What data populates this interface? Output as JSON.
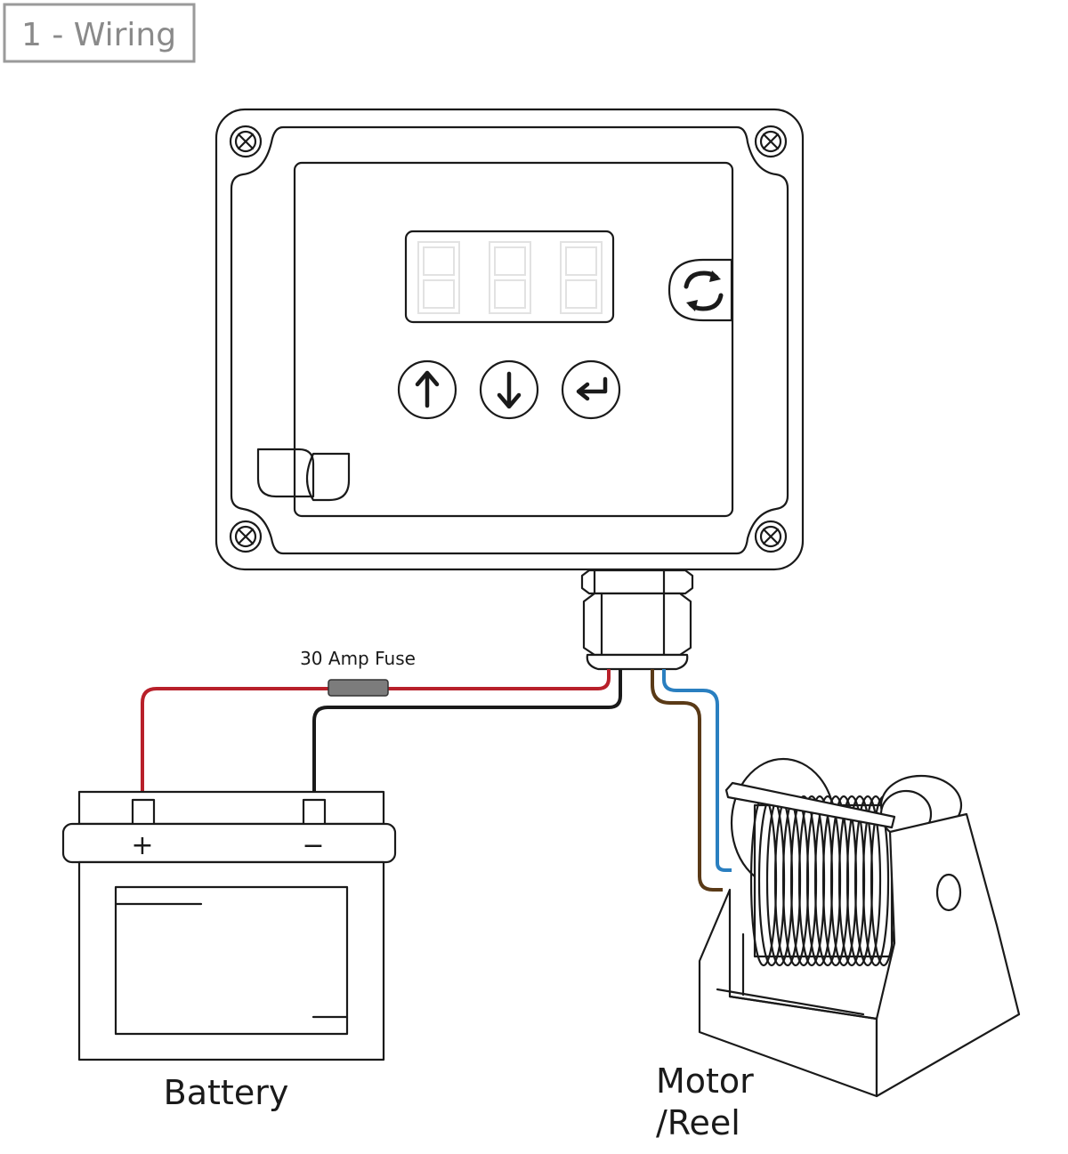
{
  "title": "1 - Wiring",
  "labels": {
    "fuse": "30 Amp Fuse",
    "battery": "Battery",
    "plus": "+",
    "minus": "−",
    "motor_line1": "Motor",
    "motor_line2": "/Reel"
  },
  "icons": {
    "up": "arrow-up-icon",
    "down": "arrow-down-icon",
    "enter": "enter-icon",
    "refresh": "refresh-icon",
    "logo": "brand-logo"
  },
  "colors": {
    "wire_positive": "#b8202a",
    "wire_negative": "#1a1a1a",
    "wire_brown": "#5a3a17",
    "wire_blue": "#2a7fc0",
    "fuse": "#7c7c7c",
    "title_border": "#9a9a9a"
  }
}
